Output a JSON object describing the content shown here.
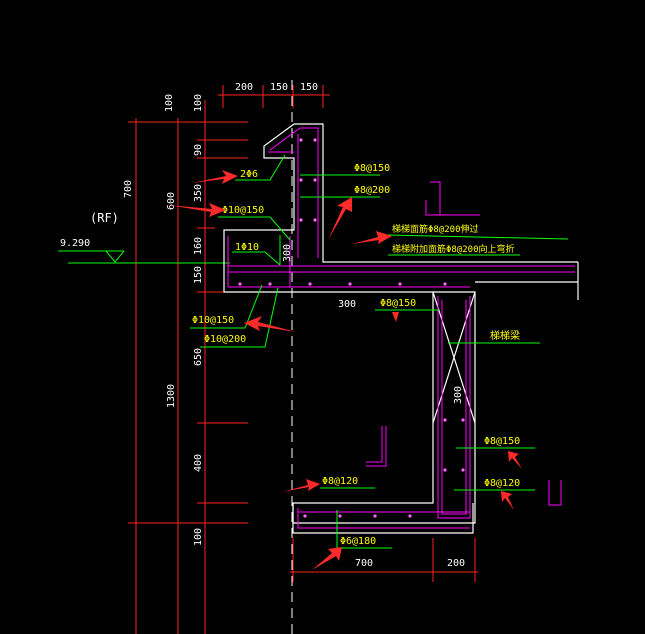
{
  "labels": {
    "top_dim_200": "200",
    "top_dim_150a": "150",
    "top_dim_150b": "150",
    "v_100_top_a": "100",
    "v_100_top_b": "100",
    "v_90": "90",
    "v_700": "700",
    "v_350": "350",
    "v_600": "600",
    "v_160": "160",
    "v_150": "150",
    "v_650": "650",
    "v_1300": "1300",
    "v_400": "400",
    "v_100_bot": "100",
    "rf": "(RF)",
    "level": "9.290",
    "r_2phi6": "2Φ6",
    "r_phi10_150_left": "Φ10@150",
    "r_1phi10": "1Φ10",
    "dim_300_v_left": "300",
    "dim_300_h": "300",
    "r_phi10_150_bot": "Φ10@150",
    "r_phi10_200_bot": "Φ10@200",
    "r_phi8_150_top": "Φ8@150",
    "r_phi8_200_top": "Φ8@200",
    "note_line1": "梯梯面筋Φ8@200伸过",
    "note_line2": "梯梯附加面筋Φ8@200向上弯折",
    "r_phi8_150_mid": "Φ8@150",
    "beam_note": "梯梯梁",
    "dim_300_v_right": "300",
    "r_phi8_150_right": "Φ8@150",
    "r_phi8_120_right": "Φ8@120",
    "r_phi8_120_left": "Φ8@120",
    "r_phi6_180": "Φ6@180",
    "bot_dim_700": "700",
    "bot_dim_200": "200"
  },
  "colors": {
    "concrete": "#ffffff",
    "rebar": "#ff00ff",
    "leader": "#00ff00",
    "dimension": "#ff0000",
    "callout": "#ffff00",
    "arrow": "#ff2a2a"
  }
}
